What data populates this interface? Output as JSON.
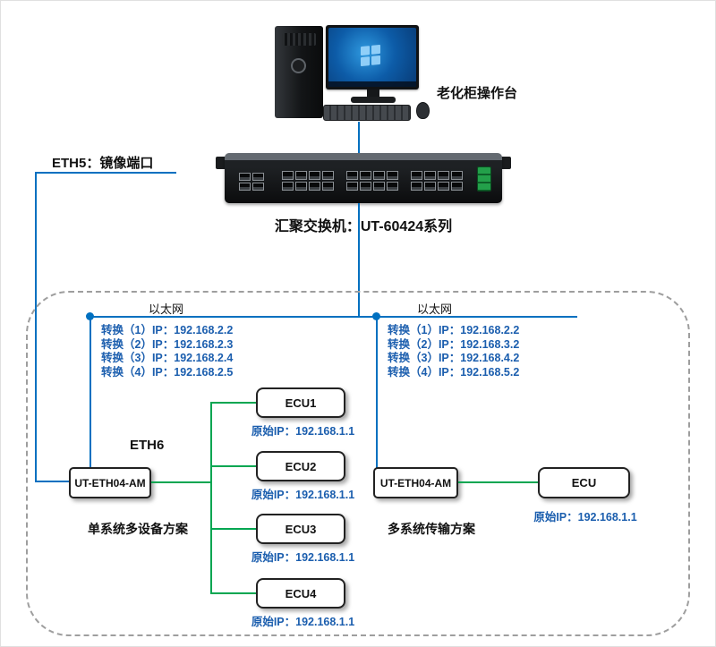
{
  "console": {
    "label": "老化柜操作台"
  },
  "switch": {
    "label": "汇聚交换机：UT-60424系列"
  },
  "mirror_port": {
    "label": "ETH5：镜像端口"
  },
  "bus": {
    "left_label": "以太网",
    "right_label": "以太网"
  },
  "single_system": {
    "translations": [
      "转换（1）IP：192.168.2.2",
      "转换（2）IP：192.168.2.3",
      "转换（3）IP：192.168.2.4",
      "转换（4）IP：192.168.2.5"
    ],
    "port_label": "ETH6",
    "gateway": "UT-ETH04-AM",
    "ecus": [
      {
        "name": "ECU1",
        "ip": "原始IP：192.168.1.1"
      },
      {
        "name": "ECU2",
        "ip": "原始IP：192.168.1.1"
      },
      {
        "name": "ECU3",
        "ip": "原始IP：192.168.1.1"
      },
      {
        "name": "ECU4",
        "ip": "原始IP：192.168.1.1"
      }
    ],
    "caption": "单系统多设备方案"
  },
  "multi_system": {
    "translations": [
      "转换（1）IP：192.168.2.2",
      "转换（2）IP：192.168.3.2",
      "转换（3）IP：192.168.4.2",
      "转换（4）IP：192.168.5.2"
    ],
    "gateway": "UT-ETH04-AM",
    "ecu": {
      "name": "ECU",
      "ip": "原始IP：192.168.1.1"
    },
    "caption": "多系统传输方案"
  },
  "colors": {
    "line_blue": "#0070C0",
    "line_green": "#00A651",
    "text_blue": "#1B5EAE"
  }
}
